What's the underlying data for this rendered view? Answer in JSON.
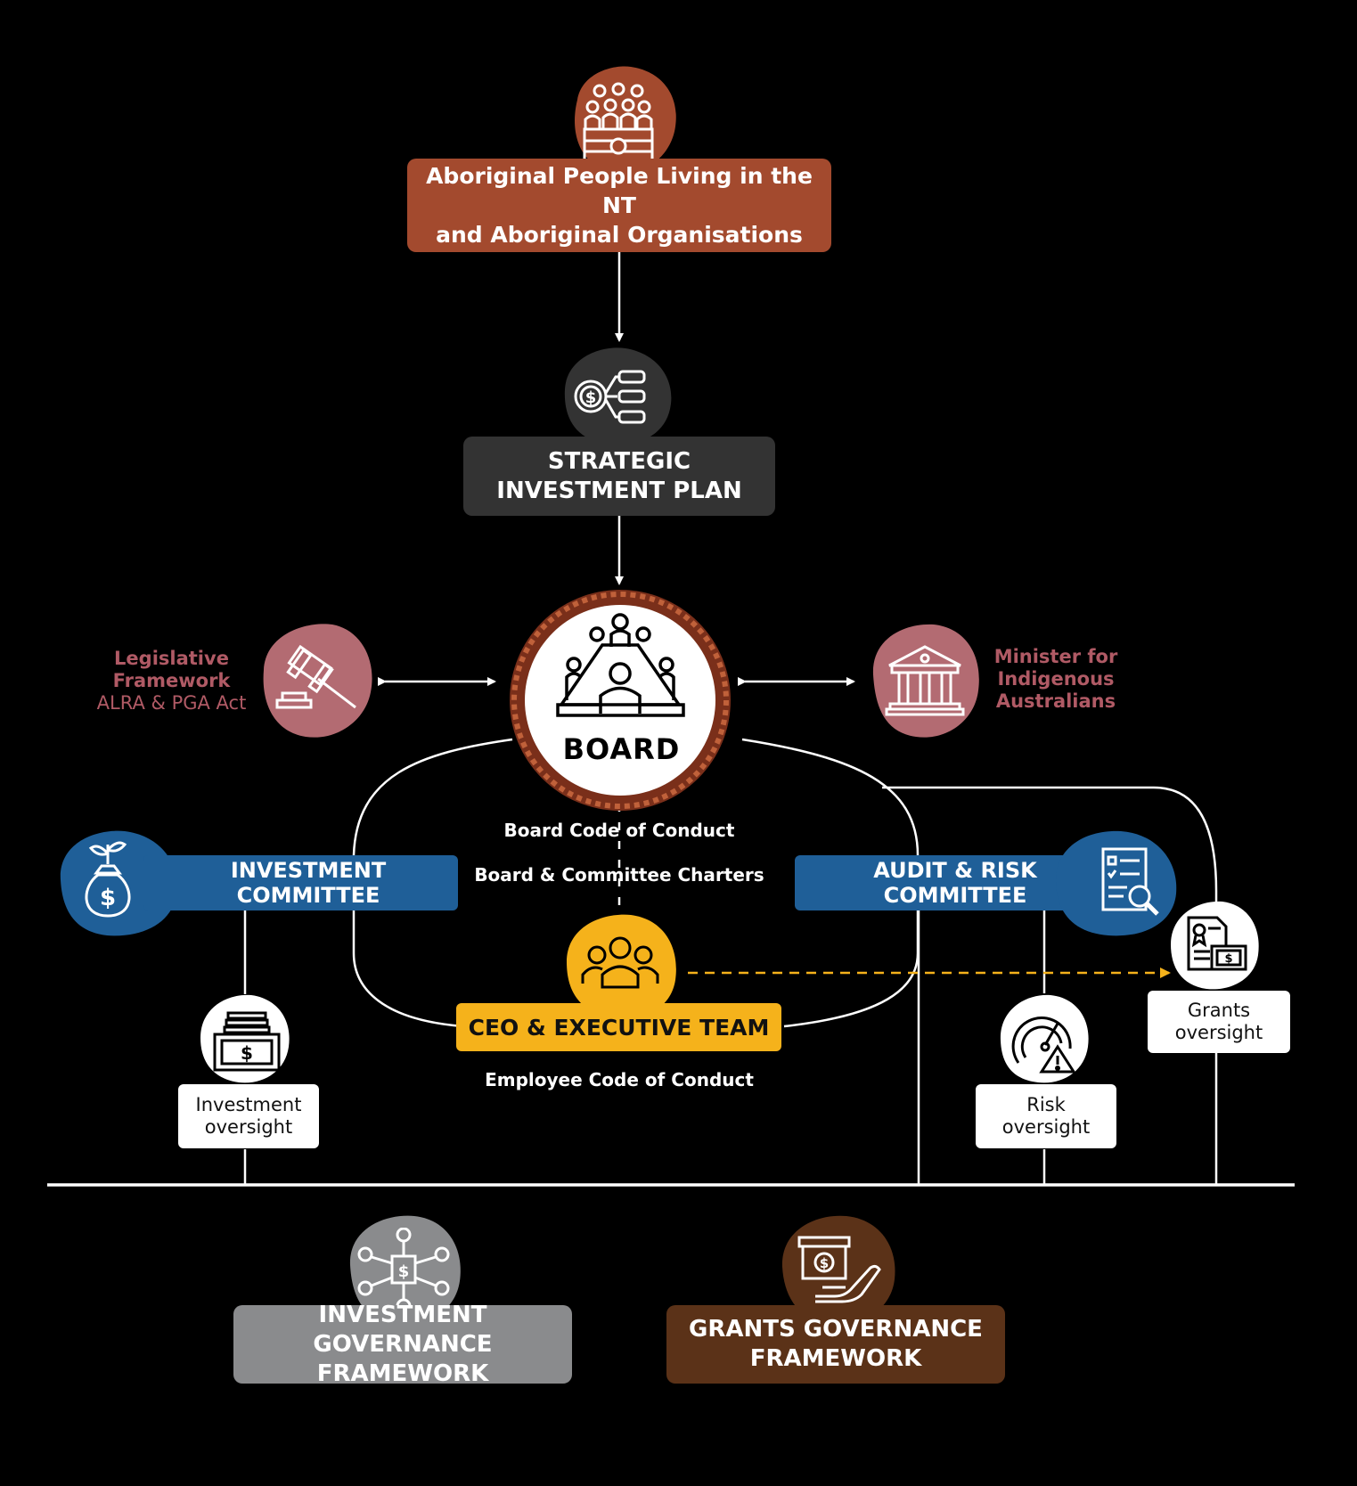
{
  "colors": {
    "rust": "#a34a2e",
    "charcoal": "#333333",
    "mauve": "#b36b72",
    "blue": "#1f5f98",
    "gold": "#f5b21b",
    "grey": "#8a8b8d",
    "brown": "#5b3218",
    "white": "#ffffff",
    "background": "#000000"
  },
  "nodes": {
    "people": {
      "line1": "Aboriginal People Living in the NT",
      "line2": "and Aboriginal Organisations",
      "icon": "community-icon"
    },
    "plan": {
      "line1": "STRATEGIC",
      "line2": "INVESTMENT PLAN",
      "icon": "investment-plan-icon"
    },
    "board": {
      "label": "BOARD",
      "icon": "board-meeting-icon"
    },
    "legislative": {
      "line1": "Legislative",
      "line2": "Framework",
      "line3": "ALRA & PGA Act",
      "icon": "gavel-icon"
    },
    "minister": {
      "line1": "Minister for",
      "line2": "Indigenous",
      "line3": "Australians",
      "icon": "government-building-icon"
    },
    "investment_committee": {
      "label": "INVESTMENT COMMITTEE",
      "icon": "money-bag-icon"
    },
    "audit_committee": {
      "label": "AUDIT & RISK COMMITTEE",
      "icon": "audit-document-icon"
    },
    "ceo": {
      "label": "CEO & EXECUTIVE TEAM",
      "icon": "team-icon"
    },
    "investment_oversight": {
      "line1": "Investment",
      "line2": "oversight",
      "icon": "cash-stack-icon"
    },
    "risk_oversight": {
      "line1": "Risk",
      "line2": "oversight",
      "icon": "risk-gauge-icon"
    },
    "grants_oversight": {
      "line1": "Grants",
      "line2": "oversight",
      "icon": "grant-certificate-icon"
    },
    "investment_governance": {
      "line1": "INVESTMENT GOVERNANCE",
      "line2": "FRAMEWORK",
      "icon": "network-dollar-icon"
    },
    "grants_governance": {
      "line1": "GRANTS GOVERNANCE",
      "line2": "FRAMEWORK",
      "icon": "giving-hand-icon"
    }
  },
  "notes": {
    "board_code": "Board Code of Conduct",
    "charters": "Board & Committee Charters",
    "employee_code": "Employee Code of Conduct"
  }
}
